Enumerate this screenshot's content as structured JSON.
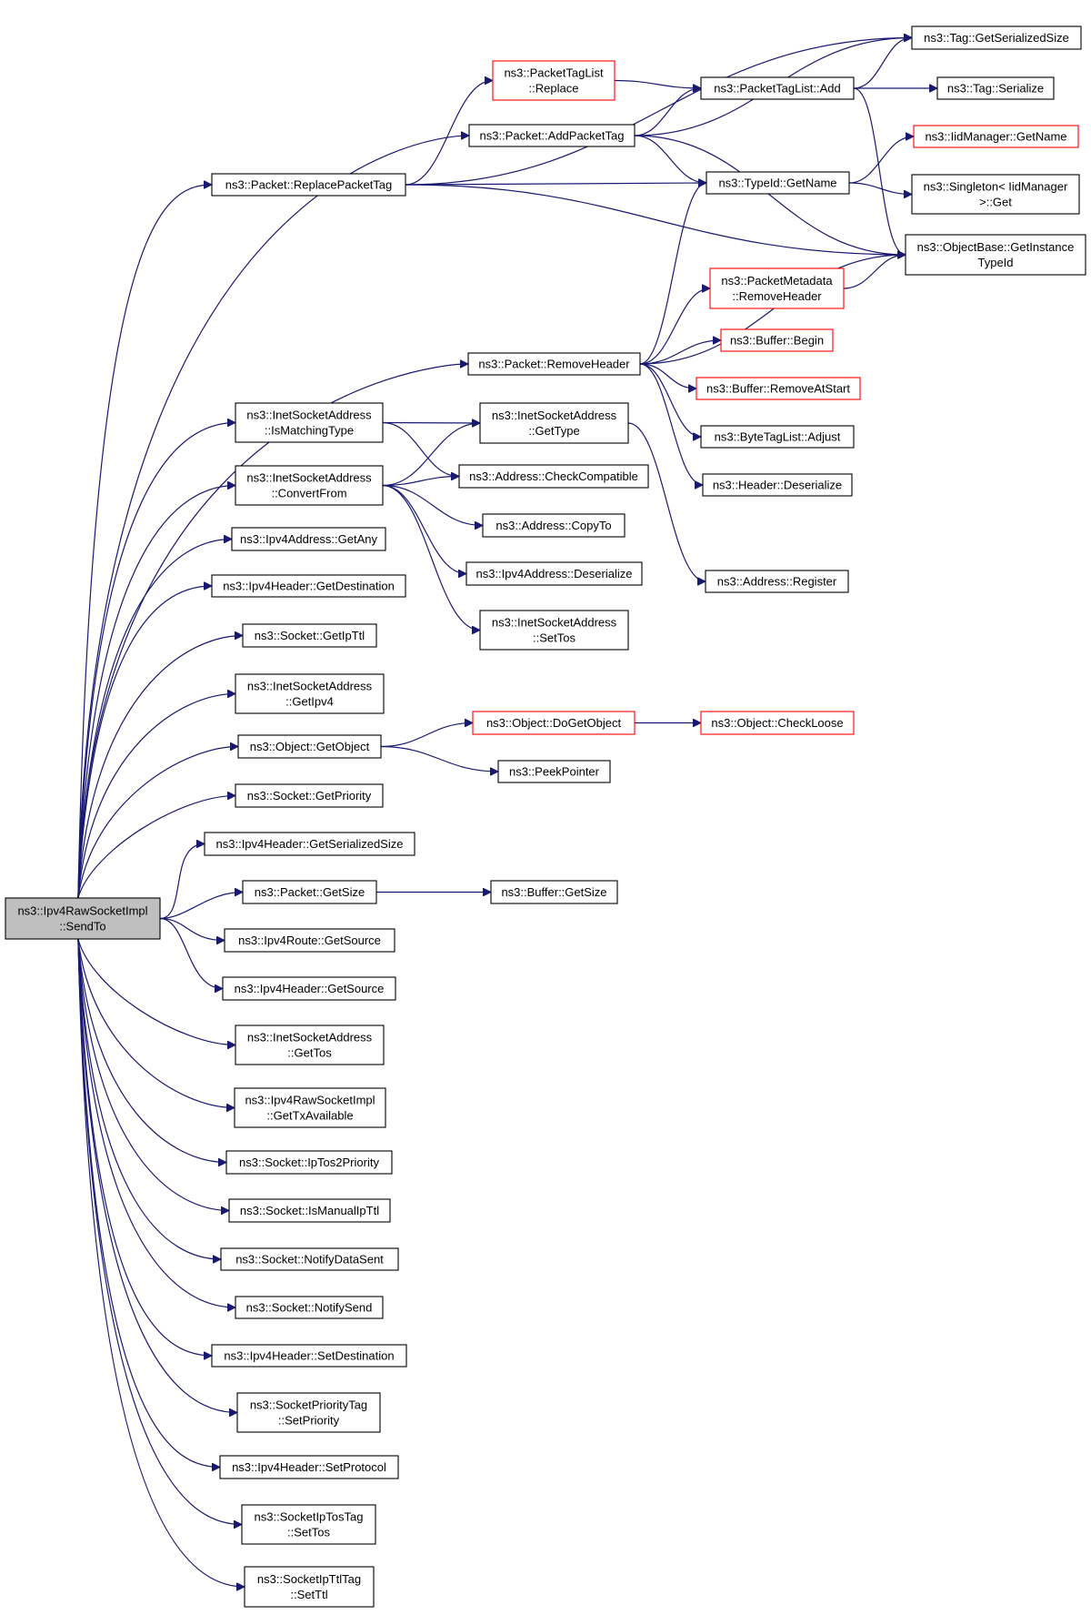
{
  "nodes": [
    {
      "id": "root",
      "lines": [
        "ns3::Ipv4RawSocketImpl",
        "::SendTo"
      ],
      "style": "root"
    },
    {
      "id": "replacePacketTag",
      "lines": [
        "ns3::Packet::ReplacePacketTag"
      ]
    },
    {
      "id": "addPacketTag",
      "lines": [
        "ns3::Packet::AddPacketTag"
      ]
    },
    {
      "id": "ptlReplace",
      "lines": [
        "ns3::PacketTagList",
        "::Replace"
      ],
      "style": "red"
    },
    {
      "id": "ptlAdd",
      "lines": [
        "ns3::PacketTagList::Add"
      ]
    },
    {
      "id": "tagGetSerializedSize",
      "lines": [
        "ns3::Tag::GetSerializedSize"
      ]
    },
    {
      "id": "tagSerialize",
      "lines": [
        "ns3::Tag::Serialize"
      ]
    },
    {
      "id": "typeIdGetName",
      "lines": [
        "ns3::TypeId::GetName"
      ]
    },
    {
      "id": "iidGetName",
      "lines": [
        "ns3::IidManager::GetName"
      ],
      "style": "red"
    },
    {
      "id": "singletonGet",
      "lines": [
        "ns3::Singleton< IidManager",
        ">::Get"
      ]
    },
    {
      "id": "objGetInstanceTypeId",
      "lines": [
        "ns3::ObjectBase::GetInstance",
        "TypeId"
      ]
    },
    {
      "id": "pmRemoveHeader",
      "lines": [
        "ns3::PacketMetadata",
        "::RemoveHeader"
      ],
      "style": "red"
    },
    {
      "id": "removeHeader",
      "lines": [
        "ns3::Packet::RemoveHeader"
      ]
    },
    {
      "id": "bufBegin",
      "lines": [
        "ns3::Buffer::Begin"
      ],
      "style": "red"
    },
    {
      "id": "bufRemoveAtStart",
      "lines": [
        "ns3::Buffer::RemoveAtStart"
      ],
      "style": "red"
    },
    {
      "id": "btlAdjust",
      "lines": [
        "ns3::ByteTagList::Adjust"
      ]
    },
    {
      "id": "hdrDeserialize",
      "lines": [
        "ns3::Header::Deserialize"
      ]
    },
    {
      "id": "isaIsMatchingType",
      "lines": [
        "ns3::InetSocketAddress",
        "::IsMatchingType"
      ]
    },
    {
      "id": "isaGetType",
      "lines": [
        "ns3::InetSocketAddress",
        "::GetType"
      ]
    },
    {
      "id": "isaConvertFrom",
      "lines": [
        "ns3::InetSocketAddress",
        "::ConvertFrom"
      ]
    },
    {
      "id": "addrCheckCompatible",
      "lines": [
        "ns3::Address::CheckCompatible"
      ]
    },
    {
      "id": "addrCopyTo",
      "lines": [
        "ns3::Address::CopyTo"
      ]
    },
    {
      "id": "ipv4AddrDeserialize",
      "lines": [
        "ns3::Ipv4Address::Deserialize"
      ]
    },
    {
      "id": "addrRegister",
      "lines": [
        "ns3::Address::Register"
      ]
    },
    {
      "id": "isaSetTos",
      "lines": [
        "ns3::InetSocketAddress",
        "::SetTos"
      ]
    },
    {
      "id": "ipv4AddrGetAny",
      "lines": [
        "ns3::Ipv4Address::GetAny"
      ]
    },
    {
      "id": "ipv4HdrGetDestination",
      "lines": [
        "ns3::Ipv4Header::GetDestination"
      ]
    },
    {
      "id": "sockGetIpTtl",
      "lines": [
        "ns3::Socket::GetIpTtl"
      ]
    },
    {
      "id": "isaGetIpv4",
      "lines": [
        "ns3::InetSocketAddress",
        "::GetIpv4"
      ]
    },
    {
      "id": "objGetObject",
      "lines": [
        "ns3::Object::GetObject"
      ]
    },
    {
      "id": "objDoGetObject",
      "lines": [
        "ns3::Object::DoGetObject"
      ],
      "style": "red"
    },
    {
      "id": "objCheckLoose",
      "lines": [
        "ns3::Object::CheckLoose"
      ],
      "style": "red"
    },
    {
      "id": "peekPointer",
      "lines": [
        "ns3::PeekPointer"
      ]
    },
    {
      "id": "sockGetPriority",
      "lines": [
        "ns3::Socket::GetPriority"
      ]
    },
    {
      "id": "ipv4HdrGetSerializedSize",
      "lines": [
        "ns3::Ipv4Header::GetSerializedSize"
      ]
    },
    {
      "id": "pktGetSize",
      "lines": [
        "ns3::Packet::GetSize"
      ]
    },
    {
      "id": "bufGetSize",
      "lines": [
        "ns3::Buffer::GetSize"
      ]
    },
    {
      "id": "ipv4RouteGetSource",
      "lines": [
        "ns3::Ipv4Route::GetSource"
      ]
    },
    {
      "id": "ipv4HdrGetSource",
      "lines": [
        "ns3::Ipv4Header::GetSource"
      ]
    },
    {
      "id": "isaGetTos",
      "lines": [
        "ns3::InetSocketAddress",
        "::GetTos"
      ]
    },
    {
      "id": "rawGetTxAvailable",
      "lines": [
        "ns3::Ipv4RawSocketImpl",
        "::GetTxAvailable"
      ]
    },
    {
      "id": "sockIpTos2Priority",
      "lines": [
        "ns3::Socket::IpTos2Priority"
      ]
    },
    {
      "id": "sockIsManualIpTtl",
      "lines": [
        "ns3::Socket::IsManualIpTtl"
      ]
    },
    {
      "id": "sockNotifyDataSent",
      "lines": [
        "ns3::Socket::NotifyDataSent"
      ]
    },
    {
      "id": "sockNotifySend",
      "lines": [
        "ns3::Socket::NotifySend"
      ]
    },
    {
      "id": "ipv4HdrSetDestination",
      "lines": [
        "ns3::Ipv4Header::SetDestination"
      ]
    },
    {
      "id": "sptSetPriority",
      "lines": [
        "ns3::SocketPriorityTag",
        "::SetPriority"
      ]
    },
    {
      "id": "ipv4HdrSetProtocol",
      "lines": [
        "ns3::Ipv4Header::SetProtocol"
      ]
    },
    {
      "id": "sitSetTos",
      "lines": [
        "ns3::SocketIpTosTag",
        "::SetTos"
      ]
    },
    {
      "id": "sittSetTtl",
      "lines": [
        "ns3::SocketIpTtlTag",
        "::SetTtl"
      ]
    }
  ],
  "edges": [
    [
      "root",
      "replacePacketTag"
    ],
    [
      "root",
      "addPacketTag"
    ],
    [
      "root",
      "removeHeader"
    ],
    [
      "root",
      "isaIsMatchingType"
    ],
    [
      "root",
      "isaConvertFrom"
    ],
    [
      "root",
      "ipv4AddrGetAny"
    ],
    [
      "root",
      "ipv4HdrGetDestination"
    ],
    [
      "root",
      "sockGetIpTtl"
    ],
    [
      "root",
      "isaGetIpv4"
    ],
    [
      "root",
      "objGetObject"
    ],
    [
      "root",
      "sockGetPriority"
    ],
    [
      "root",
      "ipv4HdrGetSerializedSize"
    ],
    [
      "root",
      "pktGetSize"
    ],
    [
      "root",
      "ipv4RouteGetSource"
    ],
    [
      "root",
      "ipv4HdrGetSource"
    ],
    [
      "root",
      "isaGetTos"
    ],
    [
      "root",
      "rawGetTxAvailable"
    ],
    [
      "root",
      "sockIpTos2Priority"
    ],
    [
      "root",
      "sockIsManualIpTtl"
    ],
    [
      "root",
      "sockNotifyDataSent"
    ],
    [
      "root",
      "sockNotifySend"
    ],
    [
      "root",
      "ipv4HdrSetDestination"
    ],
    [
      "root",
      "sptSetPriority"
    ],
    [
      "root",
      "ipv4HdrSetProtocol"
    ],
    [
      "root",
      "sitSetTos"
    ],
    [
      "root",
      "sittSetTtl"
    ],
    [
      "replacePacketTag",
      "tagGetSerializedSize"
    ],
    [
      "replacePacketTag",
      "ptlReplace"
    ],
    [
      "replacePacketTag",
      "typeIdGetName"
    ],
    [
      "replacePacketTag",
      "objGetInstanceTypeId"
    ],
    [
      "ptlReplace",
      "ptlAdd"
    ],
    [
      "addPacketTag",
      "ptlAdd"
    ],
    [
      "addPacketTag",
      "tagGetSerializedSize"
    ],
    [
      "addPacketTag",
      "typeIdGetName"
    ],
    [
      "addPacketTag",
      "objGetInstanceTypeId"
    ],
    [
      "ptlAdd",
      "tagGetSerializedSize"
    ],
    [
      "ptlAdd",
      "tagSerialize"
    ],
    [
      "ptlAdd",
      "objGetInstanceTypeId"
    ],
    [
      "typeIdGetName",
      "iidGetName"
    ],
    [
      "typeIdGetName",
      "singletonGet"
    ],
    [
      "pmRemoveHeader",
      "objGetInstanceTypeId"
    ],
    [
      "removeHeader",
      "typeIdGetName"
    ],
    [
      "removeHeader",
      "pmRemoveHeader"
    ],
    [
      "removeHeader",
      "bufBegin"
    ],
    [
      "removeHeader",
      "bufRemoveAtStart"
    ],
    [
      "removeHeader",
      "btlAdjust"
    ],
    [
      "removeHeader",
      "hdrDeserialize"
    ],
    [
      "removeHeader",
      "objGetInstanceTypeId"
    ],
    [
      "isaIsMatchingType",
      "isaGetType"
    ],
    [
      "isaIsMatchingType",
      "addrCheckCompatible"
    ],
    [
      "isaGetType",
      "addrRegister"
    ],
    [
      "isaConvertFrom",
      "isaGetType"
    ],
    [
      "isaConvertFrom",
      "addrCheckCompatible"
    ],
    [
      "isaConvertFrom",
      "addrCopyTo"
    ],
    [
      "isaConvertFrom",
      "ipv4AddrDeserialize"
    ],
    [
      "isaConvertFrom",
      "isaSetTos"
    ],
    [
      "objGetObject",
      "objDoGetObject"
    ],
    [
      "objGetObject",
      "peekPointer"
    ],
    [
      "objDoGetObject",
      "objCheckLoose"
    ],
    [
      "pktGetSize",
      "bufGetSize"
    ]
  ]
}
